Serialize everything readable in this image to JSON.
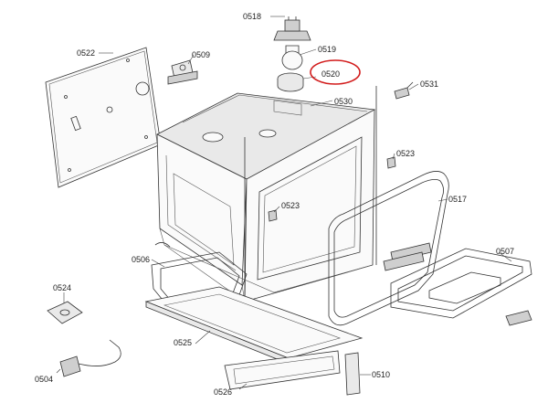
{
  "parts": [
    {
      "id": "p0518",
      "label": "0518"
    },
    {
      "id": "p0519",
      "label": "0519"
    },
    {
      "id": "p0520",
      "label": "0520",
      "highlighted": true
    },
    {
      "id": "p0522",
      "label": "0522"
    },
    {
      "id": "p0509",
      "label": "0509"
    },
    {
      "id": "p0530",
      "label": "0530"
    },
    {
      "id": "p0531",
      "label": "0531"
    },
    {
      "id": "p0523a",
      "label": "0523"
    },
    {
      "id": "p0523b",
      "label": "0523"
    },
    {
      "id": "p0517",
      "label": "0517"
    },
    {
      "id": "p0507",
      "label": "0507"
    },
    {
      "id": "p0506",
      "label": "0506"
    },
    {
      "id": "p0524",
      "label": "0524"
    },
    {
      "id": "p0525",
      "label": "0525"
    },
    {
      "id": "p0504",
      "label": "0504"
    },
    {
      "id": "p0526",
      "label": "0526"
    },
    {
      "id": "p0510",
      "label": "0510"
    }
  ],
  "colors": {
    "highlight": "#d21b1b",
    "line": "#333333",
    "background": "#ffffff"
  }
}
